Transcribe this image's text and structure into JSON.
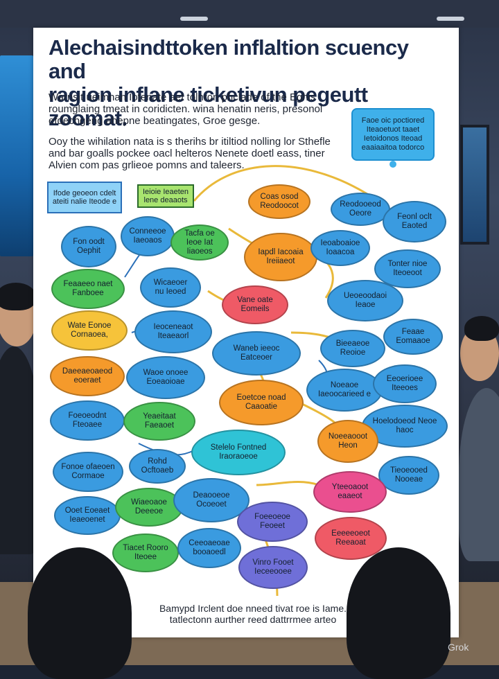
{
  "poster": {
    "title_line1": "Alechaisindttoken inflaltion scuency and",
    "title_line2": "ragion inflane ticketivun pegeutt zoomat.",
    "intro_p1": "Warnsit ueimnan Iotenate aet tolnron phclade of the Eghis roumglaing tmeat in coridicten. wina henatin neris, presonol efdechgeng ahepne beatingates, Groe gesge.",
    "intro_p2": "Ooy the wihilation nata is s therihs br itiltiod nolling lor Sthefle and bar goalls pockee oacl helteros Nenete doetl eass, tiner Alvien com pas grlieoe pomns and taleers.",
    "callout": "Faoe oic poctiored Iteaoetuot taaet Ietoidonos Iteoad eaaiaaitoa todorco",
    "footer_line1": "Bamypd Irclent doe nneed tivat roe is Iame.",
    "footer_line2": "tatlectonn aurther reed dattrrmee arteo"
  },
  "colors": {
    "blue": "#3a9be0",
    "teal": "#2fc3d6",
    "green": "#4cc25a",
    "orange": "#f59a2b",
    "yellow": "#f6c33a",
    "red": "#ef5a66",
    "pink": "#ea4f8f",
    "purple": "#6f6fd8",
    "link": "#e9b93a"
  },
  "nodes": {
    "n01": "Ifode geoeon cdelt ateiti nalie Iteode e",
    "n02": "Ieioie Ieaeten lene deaaots",
    "n03": "Coas osod Reodoocot",
    "n04": "Reodooeod Oeore",
    "n05": "Feonl oclt Eaoted",
    "n06": "Fon oodt Oephit",
    "n07": "Conneeoe Iaeoaos",
    "n08": "Tacfa oe Ieoe Iat Iiaoeos",
    "n09": "Iapdl Iacoaia Ireiiaeot",
    "n10": "Ieoaboaioe Ioaacoa",
    "n11": "Tonter nioe Iteoeoot",
    "n12": "Feaaeeo naet Fanboee",
    "n13": "Wicaeoer nu Ieoed",
    "n14": "Vane oate Eomeils",
    "n15": "Ueoeoodaoi Ieaoe",
    "n16": "Wate Eonoe Cornaoea,",
    "n17": "Ieoceneaot Iteaeaorl",
    "n18": "Waneb ieeoc Eatceoer",
    "n19": "Bieeaeoe Reoioe",
    "n20": "Feaae Eomaaoe",
    "n21": "Daeeaeoaeod eoeraet",
    "n22": "Waoe onoee Eoeaoioae",
    "n23": "Noeaoe Iaeoocarieed e",
    "n24": "Eeoerioee Iteeoes",
    "n25": "Foeoeodnt Fteoaee",
    "n26": "Yeaeitaat Faeaoet",
    "n27": "Eoetcoe noad Caaoatie",
    "n28": "Hoelodoeod Neoe haoc",
    "n29": "Stelelo Fontned Iraoraoeoe",
    "n30": "Noeeaooot Heon",
    "n31": "Fonoe ofaeoen Cormaoe",
    "n32": "Rohd Ocftoaeb",
    "n33": "Tieoeooed Nooeae",
    "n34": "Yteeoaoot eaaeot",
    "n35": "Ooet Eoeaet Ieaeoenet",
    "n36": "Wiaeoaoe Deeeoe",
    "n37": "Deaooeoe Ocoeoet",
    "n38": "Foeeoeoe Feoeet",
    "n39": "Eeeeeoeot Reeaoat",
    "n40": "Tiacet Rooro Iteoee",
    "n41": "Ceeoaeoae booaoedl",
    "n42": "Vinro Fooet Ieceeooee"
  },
  "brand": {
    "watermark": "Grok"
  }
}
